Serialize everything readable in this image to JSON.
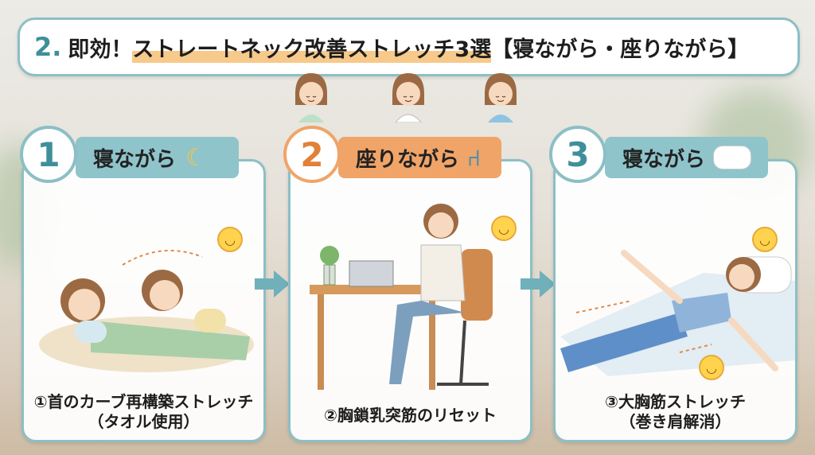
{
  "title": {
    "number": "2.",
    "prefix": "即効！",
    "highlight": "ストレートネック改善ストレッチ3選",
    "suffix": "【寝ながら・座りながら】"
  },
  "steps": [
    {
      "number": "1",
      "tab": "寝ながら",
      "icon": "moon-icon",
      "caption_line1": "①首のカーブ再構築ストレッチ",
      "caption_line2": "（タオル使用）",
      "accent": "#8fc4cb"
    },
    {
      "number": "2",
      "tab": "座りながら",
      "icon": "chair-icon",
      "caption_line1": "②胸鎖乳突筋のリセット",
      "caption_line2": "",
      "accent": "#f0a468"
    },
    {
      "number": "3",
      "tab": "寝ながら",
      "icon": "pillow-icon",
      "caption_line1": "③大胸筋ストレッチ",
      "caption_line2": "（巻き肩解消）",
      "accent": "#8fc4cb"
    }
  ],
  "colors": {
    "teal": "#3f8f9a",
    "border": "#8cbfc5",
    "orange": "#f0a468",
    "highlight": "#f7c98a"
  }
}
